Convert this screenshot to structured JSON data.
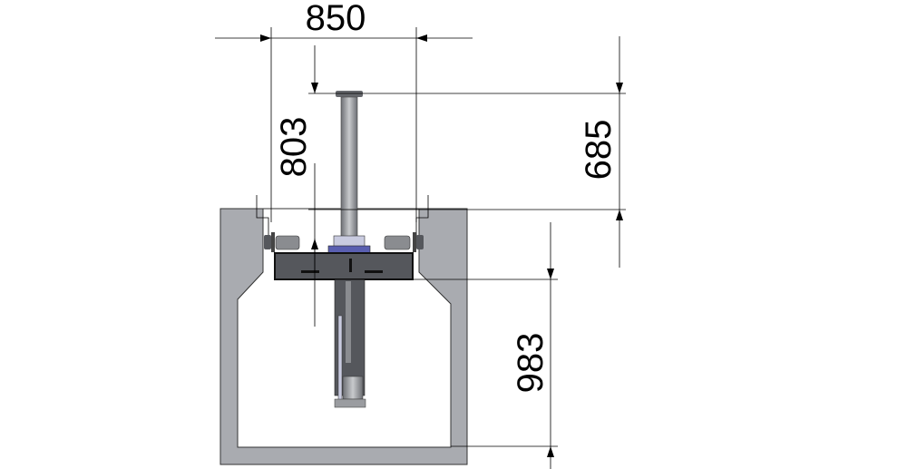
{
  "dimensions": {
    "width_top": "850",
    "height_left": "803",
    "height_right_top": "685",
    "height_right_bottom": "983"
  },
  "colors": {
    "concrete": "#a9abb0",
    "steel": "#55575c",
    "accent": "#5a5fb0"
  }
}
